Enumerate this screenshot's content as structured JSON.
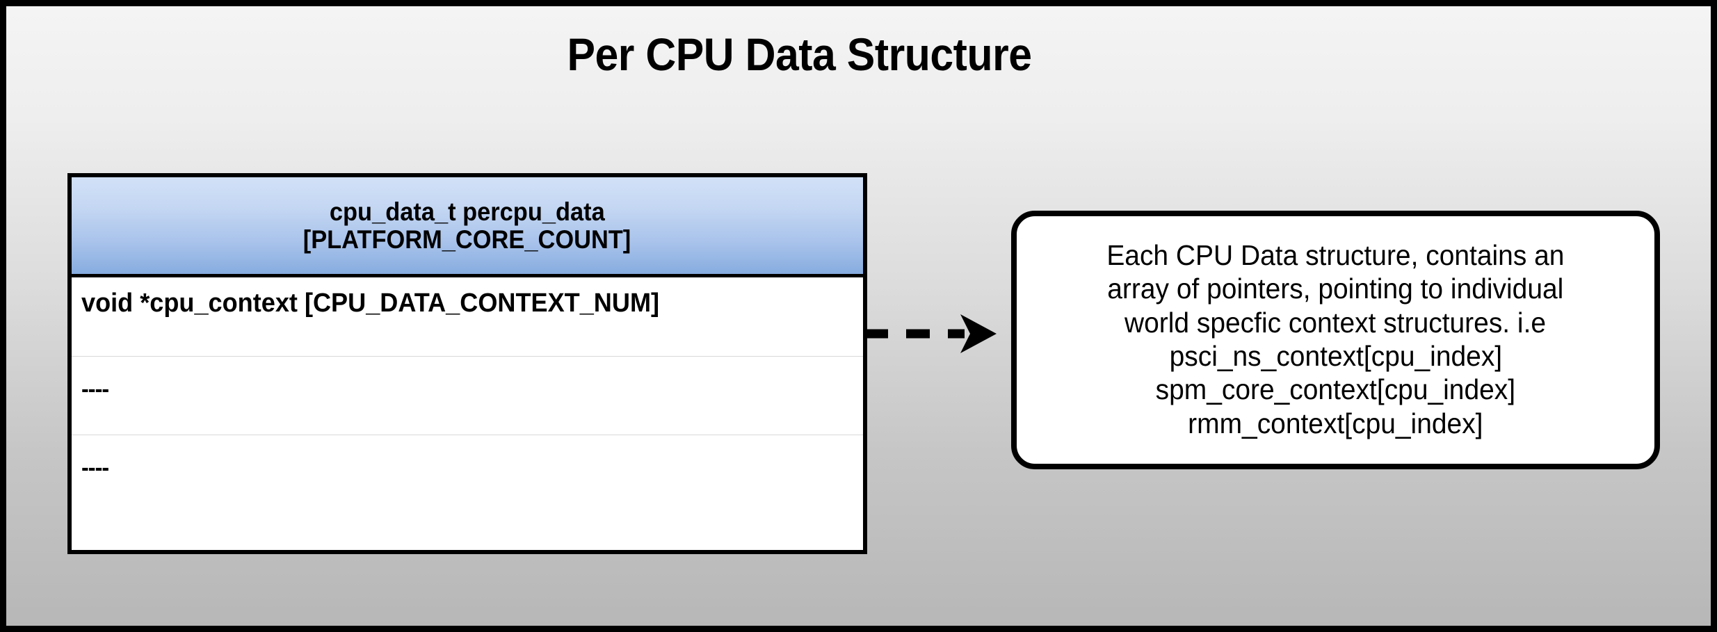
{
  "diagram": {
    "title": "Per CPU Data Structure",
    "background": {
      "gradient_top": "#f4f4f4",
      "gradient_bottom": "#b7b7b7",
      "border_color": "#000000"
    },
    "struct_table": {
      "header": {
        "line1": "cpu_data_t percpu_data",
        "line2": "[PLATFORM_CORE_COUNT]",
        "gradient_top": "#d2e1f7",
        "gradient_bottom": "#86acdf"
      },
      "rows": [
        {
          "text": "void *cpu_context [CPU_DATA_CONTEXT_NUM]"
        },
        {
          "text": "----"
        },
        {
          "text": "----"
        }
      ]
    },
    "connector": {
      "style": "dashed-arrow",
      "direction": "right",
      "color": "#000000"
    },
    "callout": {
      "lines": [
        "Each CPU Data structure, contains an",
        "array of pointers, pointing to individual",
        "world specfic context structures. i.e",
        "psci_ns_context[cpu_index]",
        "spm_core_context[cpu_index]",
        "rmm_context[cpu_index]"
      ],
      "border_color": "#000000",
      "background": "#ffffff"
    }
  }
}
